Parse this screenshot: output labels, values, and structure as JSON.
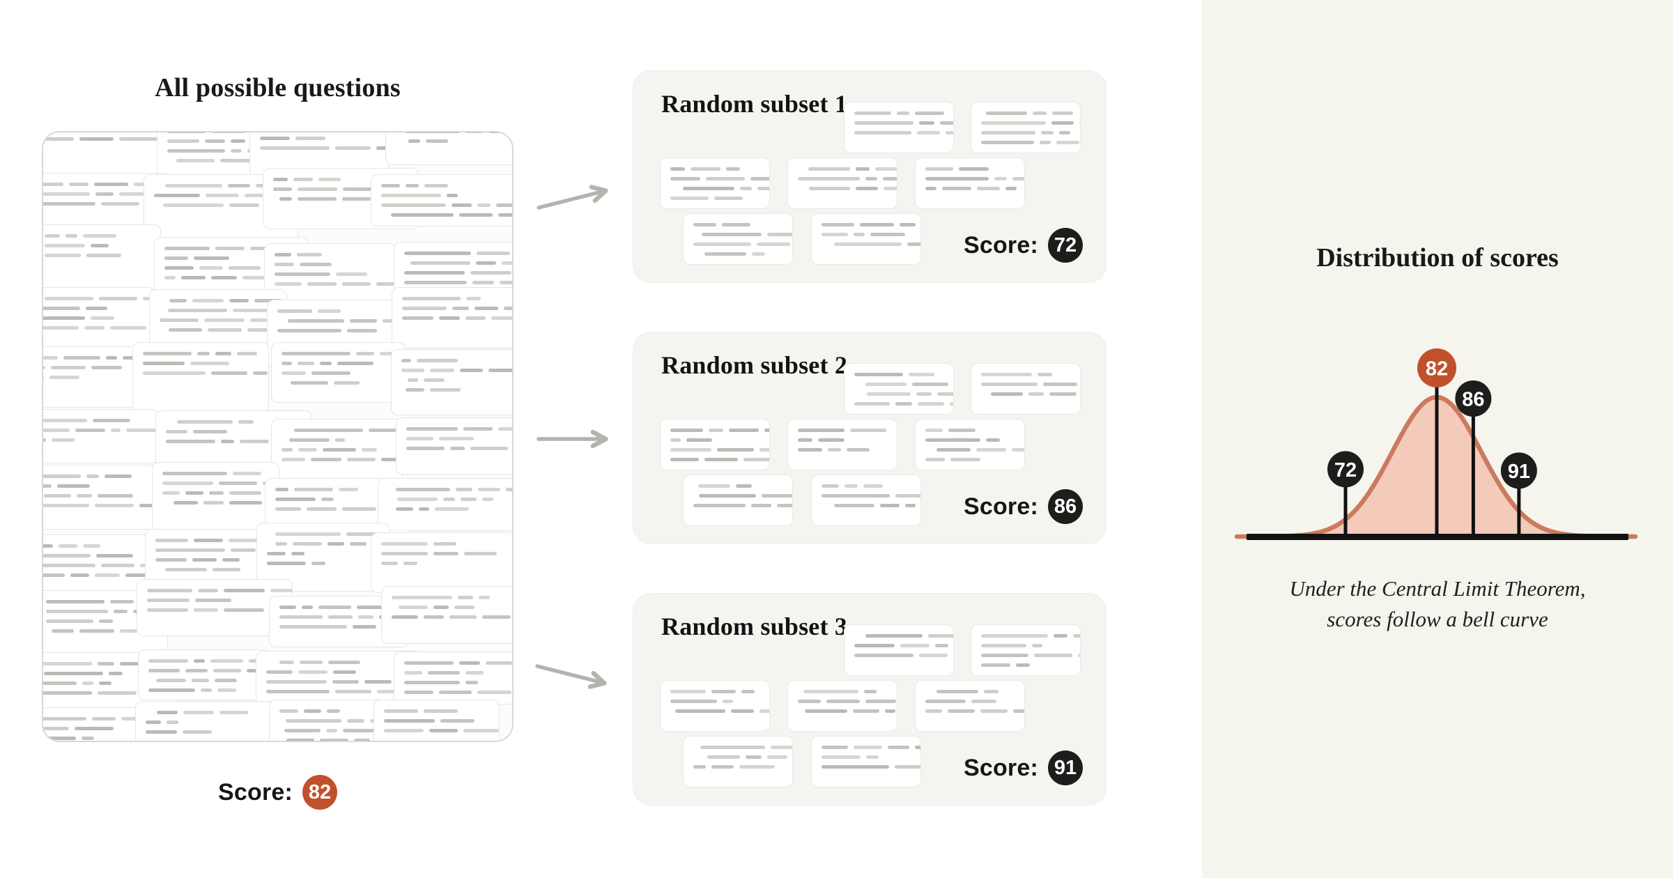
{
  "left": {
    "title": "All possible questions",
    "score_label": "Score:",
    "score_value": "82"
  },
  "subsets": [
    {
      "title": "Random subset 1",
      "score_label": "Score:",
      "score_value": "72"
    },
    {
      "title": "Random subset 2",
      "score_label": "Score:",
      "score_value": "86"
    },
    {
      "title": "Random subset 3",
      "score_label": "Score:",
      "score_value": "91"
    }
  ],
  "panel": {
    "title": "Distribution of scores",
    "caption_line1": "Under the Central Limit Theorem,",
    "caption_line2": "scores follow a bell curve"
  },
  "chart_data": {
    "type": "area",
    "title": "Distribution of scores",
    "distribution": "gaussian-bell-curve",
    "mean_score": 82,
    "annotation": "Under the Central Limit Theorem, scores follow a bell curve",
    "markers": [
      {
        "score": 72,
        "style": "black"
      },
      {
        "score": 82,
        "style": "orange",
        "highlight": true
      },
      {
        "score": 86,
        "style": "black"
      },
      {
        "score": 91,
        "style": "black"
      }
    ],
    "legend": "none",
    "grid": false,
    "axes": "single thick baseline, no ticks"
  },
  "colors": {
    "accent_orange": "#c0512c",
    "badge_black": "#1d1d1b",
    "curve_stroke": "#cb7a5e",
    "curve_fill": "#f4cabb",
    "panel_bg": "#f5f4ed",
    "card_bg": "#f4f4f0",
    "arrow_gray": "#b5b3ae",
    "baseline_black": "#111111"
  }
}
